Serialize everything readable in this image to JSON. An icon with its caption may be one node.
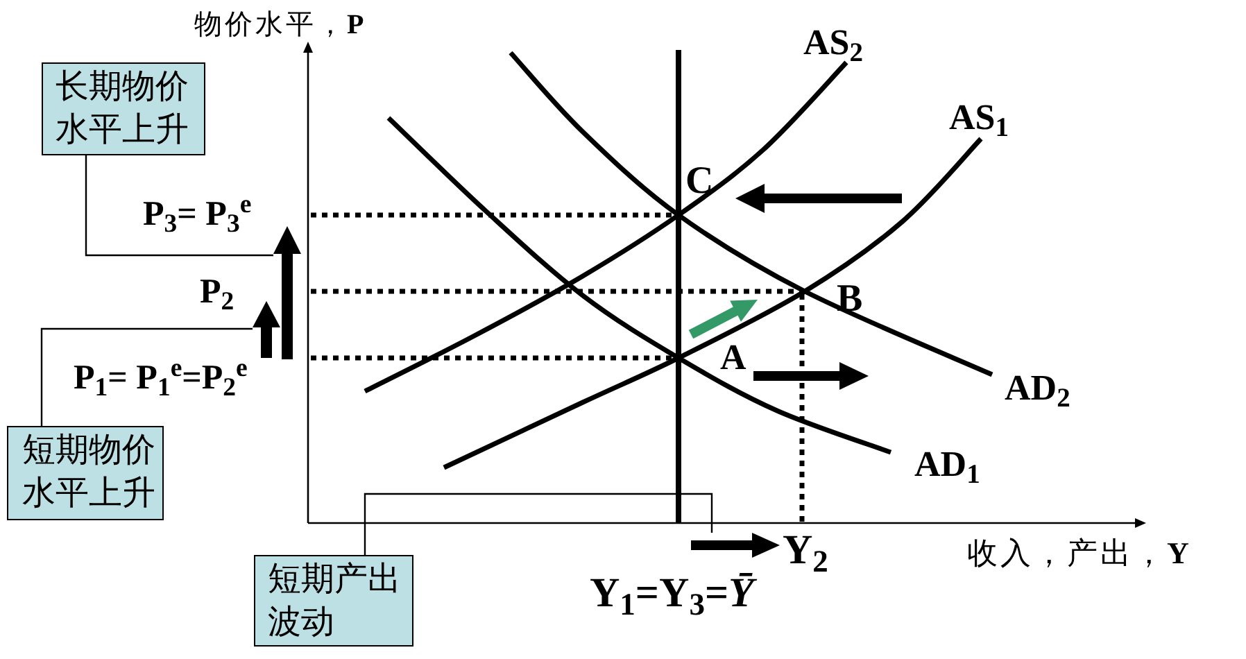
{
  "diagram": {
    "nodes": [
      {
        "text": [
          "长期物价水平上升"
        ]
      },
      {
        "text": [
          "短期物价水平上升"
        ]
      },
      {
        "text": [
          "短期产出波动"
        ]
      },
      {
        "text": [],
        "shape": "arrow"
      },
      {
        "text": [],
        "shape": "arrow"
      },
      {
        "text": [],
        "shape": "arrow"
      }
    ],
    "edges": [
      {
        "from": 0,
        "to": 3,
        "arrow": "none"
      },
      {
        "from": 1,
        "to": 4,
        "arrow": "none"
      },
      {
        "from": 2,
        "to": 5,
        "arrow": "none"
      }
    ],
    "labels": [
      "物价水平，**P**",
      "AS$_{2}$",
      "AS$_{1}$",
      "C",
      "P$_{3}$= P$_{3}$$^{e}$",
      "P$_{2}$",
      "B",
      "P$_{1}$= P$_{1}$$^{e}$=P$_{2}$$^{e}$",
      "A",
      "AD$_{2}$",
      "AD$_{1}$",
      "Y$_{2}$",
      "收入，产出，**Y**",
      "Y$_{1}$=Y$_{3}$=*Ȳ*"
    ]
  }
}
